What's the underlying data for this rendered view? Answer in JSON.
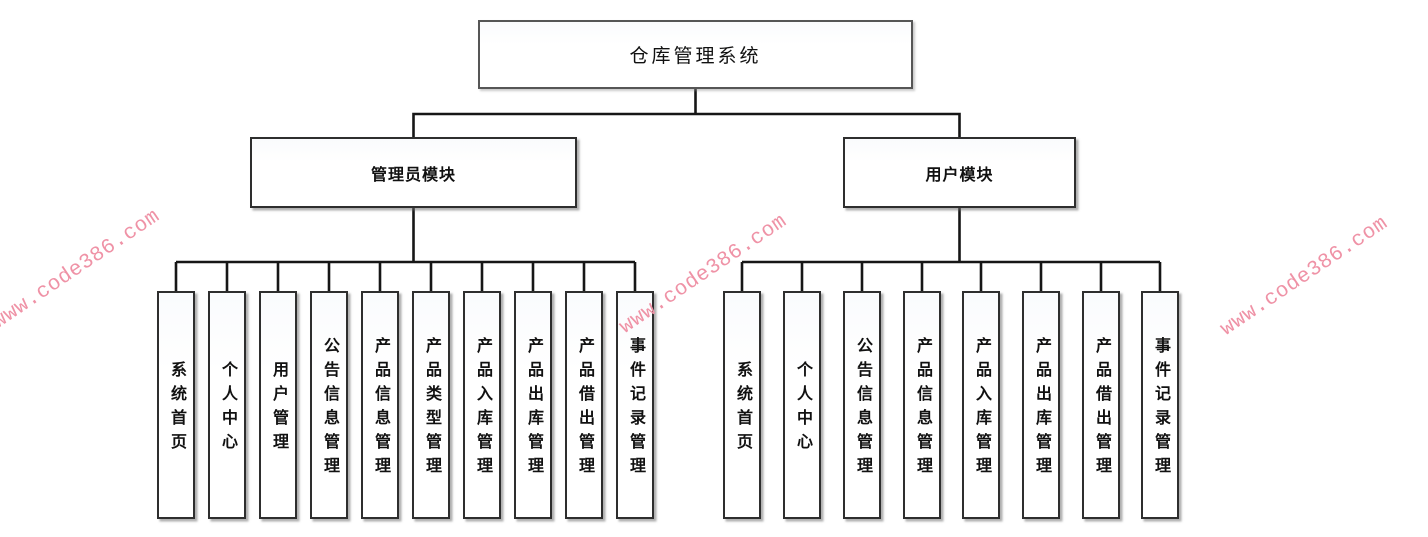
{
  "diagram": {
    "root": {
      "label": "仓库管理系统"
    },
    "modules": [
      {
        "id": "admin",
        "label": "管理员模块",
        "children": [
          "系统首页",
          "个人中心",
          "用户管理",
          "公告信息管理",
          "产品信息管理",
          "产品类型管理",
          "产品入库管理",
          "产品出库管理",
          "产品借出管理",
          "事件记录管理"
        ]
      },
      {
        "id": "user",
        "label": "用户模块",
        "children": [
          "系统首页",
          "个人中心",
          "公告信息管理",
          "产品信息管理",
          "产品入库管理",
          "产品出库管理",
          "产品借出管理",
          "事件记录管理"
        ]
      }
    ]
  },
  "watermark": {
    "text": "www.code386.com",
    "color": "#ef92a6"
  },
  "colors": {
    "line": "#161616",
    "box_border": "#2e2e2e",
    "box_bg": "#ffffff"
  }
}
